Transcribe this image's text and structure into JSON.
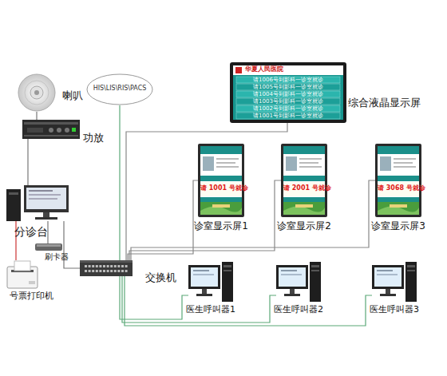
{
  "diagram": {
    "nodes": [
      {
        "text": [
          "喇叭"
        ]
      },
      {
        "text": [
          "功放"
        ]
      },
      {
        "text": [
          "HIS\\LIS\\RIS\\PACS"
        ]
      },
      {
        "text": [
          "综合液晶显示屏",
          "华夏人民医院",
          "请1006号到影科一诊室就诊",
          "请1005号到影科一诊室就诊",
          "请1004号到影科一诊室就诊",
          "请1003号到影科一诊室就诊",
          "请1002号到影科一诊室就诊",
          "请1001号到影科一诊室就诊"
        ]
      },
      {
        "text": [
          "诊室显示屏1",
          "请 1001 号就诊"
        ]
      },
      {
        "text": [
          "诊室显示屏2",
          "请 2001 号就诊"
        ]
      },
      {
        "text": [
          "诊室显示屏3",
          "请 3068 号就诊"
        ]
      },
      {
        "text": [
          "分诊台"
        ]
      },
      {
        "text": [
          "刷卡器"
        ]
      },
      {
        "text": [
          "号票打印机"
        ]
      },
      {
        "text": [
          "交换机"
        ]
      },
      {
        "text": [
          "医生呼叫器1"
        ]
      },
      {
        "text": [
          "医生呼叫器2"
        ]
      },
      {
        "text": [
          "医生呼叫器3"
        ]
      }
    ],
    "edges": [
      {
        "from": 0,
        "to": 1,
        "arrow": "none"
      },
      {
        "from": 1,
        "to": 7,
        "arrow": "none"
      },
      {
        "from": 7,
        "to": 9,
        "arrow": "none"
      },
      {
        "from": 8,
        "to": 7,
        "arrow": "none"
      },
      {
        "from": 7,
        "to": 10,
        "arrow": "none"
      },
      {
        "from": 10,
        "to": 2,
        "arrow": "none"
      },
      {
        "from": 10,
        "to": 3,
        "arrow": "none"
      },
      {
        "from": 10,
        "to": 4,
        "arrow": "none"
      },
      {
        "from": 10,
        "to": 5,
        "arrow": "none"
      },
      {
        "from": 10,
        "to": 6,
        "arrow": "none"
      },
      {
        "from": 10,
        "to": 11,
        "arrow": "none"
      },
      {
        "from": 10,
        "to": 12,
        "arrow": "none"
      },
      {
        "from": 10,
        "to": 13,
        "arrow": "none"
      }
    ]
  }
}
